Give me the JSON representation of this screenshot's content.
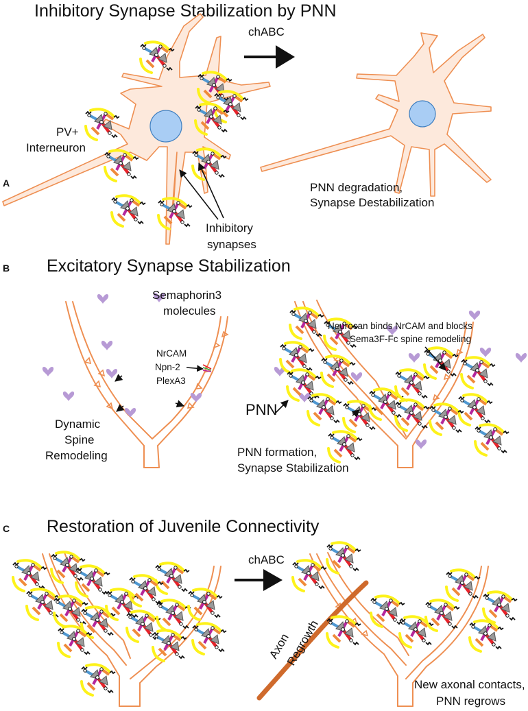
{
  "panels": {
    "a": {
      "letter": "A",
      "title": "Inhibitory Synapse Stabilization by PNN",
      "cell_label_line1": "PV+",
      "cell_label_line2": "Interneuron",
      "arrow_label": "chABC",
      "synapse_label_line1": "Inhibitory",
      "synapse_label_line2": "synapses",
      "result_line1": "PNN degradation,",
      "result_line2": "Synapse Destabilization"
    },
    "b": {
      "letter": "B",
      "title": "Excitatory Synapse Stabilization",
      "sema_line1": "Semaphorin3",
      "sema_line2": "molecules",
      "receptor_1": "NrCAM",
      "receptor_2": "Npn-2",
      "receptor_3": "PlexA3",
      "dynamic_line1": "Dynamic",
      "dynamic_line2": "Spine",
      "dynamic_line3": "Remodeling",
      "neurocan_line1": "Neurocan binds NrCAM and blocks",
      "neurocan_line2": "Sema3F-Fc spine remodeling",
      "pnn_label": "PNN",
      "formation_line1": "PNN formation,",
      "formation_line2": "Synapse Stabilization"
    },
    "c": {
      "letter": "C",
      "title": "Restoration of Juvenile Connectivity",
      "arrow_label": "chABC",
      "axon_line1": "Axon",
      "axon_line2": "Regrowth",
      "result_line1": "New axonal contacts,",
      "result_line2": "PNN regrows"
    }
  },
  "colors": {
    "cell_fill": "#fde9dc",
    "cell_outline": "#ee8f52",
    "nucleus": "#a9cdf4",
    "hyaluronan": "#fdf21a",
    "link_red": "#e7232a",
    "link_magenta": "#b5279b",
    "link_blue": "#4f98d1",
    "link_orange": "#f08a3a",
    "tenascin": "#999999",
    "semaphorin": "#b79ad5",
    "axon": "#cf6a2c"
  }
}
